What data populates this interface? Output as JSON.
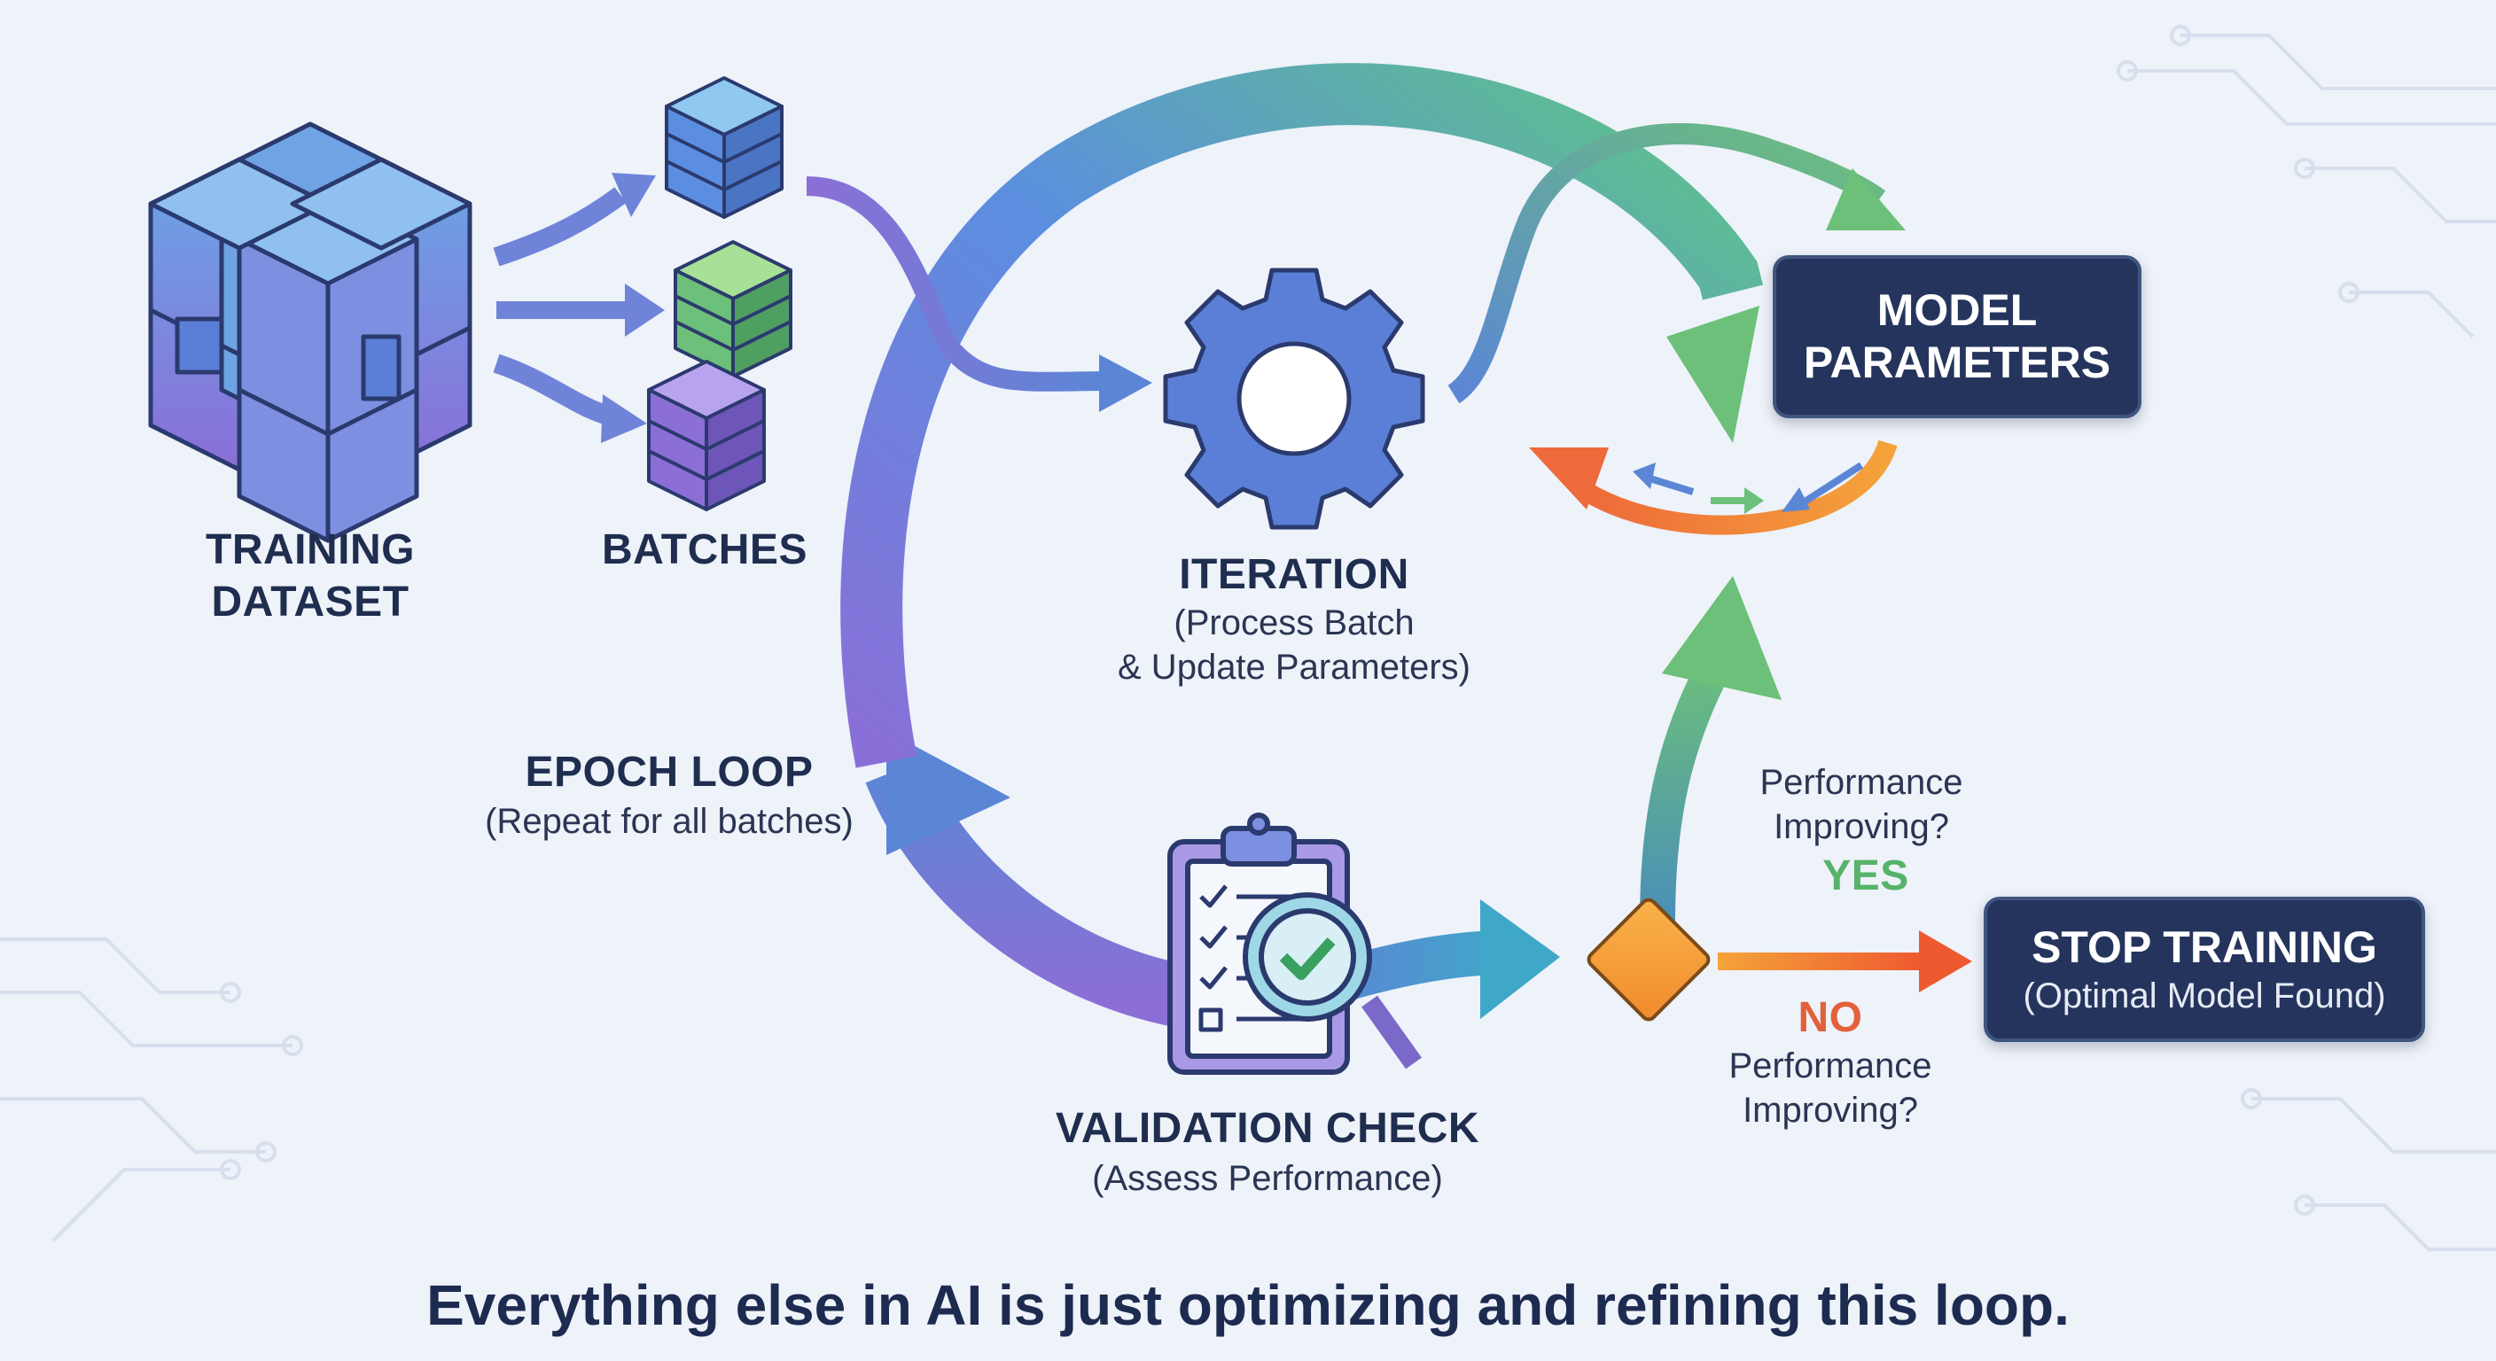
{
  "diagram": {
    "training_dataset": {
      "title": "TRAINING\nDATASET",
      "icon": "data-cube-icon"
    },
    "batches": {
      "title": "BATCHES",
      "icon": "batch-stack-icon"
    },
    "iteration": {
      "title": "ITERATION",
      "subtitle": "(Process Batch\n& Update Parameters)",
      "icon": "gear-icon"
    },
    "model_parameters": {
      "title": "MODEL\nPARAMETERS"
    },
    "epoch_loop": {
      "title": "EPOCH LOOP",
      "subtitle": "(Repeat for all batches)"
    },
    "validation_check": {
      "title": "VALIDATION CHECK",
      "subtitle": "(Assess Performance)",
      "icon": "clipboard-magnifier-icon"
    },
    "decision": {
      "yes_question": "Performance\nImproving?",
      "yes_label": "YES",
      "no_label": "NO",
      "no_question": "Performance\nImproving?",
      "icon": "decision-diamond-icon"
    },
    "stop_training": {
      "title": "STOP TRAINING",
      "subtitle": "(Optimal Model Found)"
    },
    "footer": "Everything else in AI is just optimizing and refining this loop."
  },
  "colors": {
    "background": "#eef2f9",
    "navy": "#25345c",
    "blue": "#5b86d6",
    "purple": "#8b6fd6",
    "green": "#6cc07a",
    "orange": "#f4a33a",
    "red_orange": "#ee6a3a",
    "yes_green": "#58b36a",
    "no_red": "#e2613b"
  }
}
